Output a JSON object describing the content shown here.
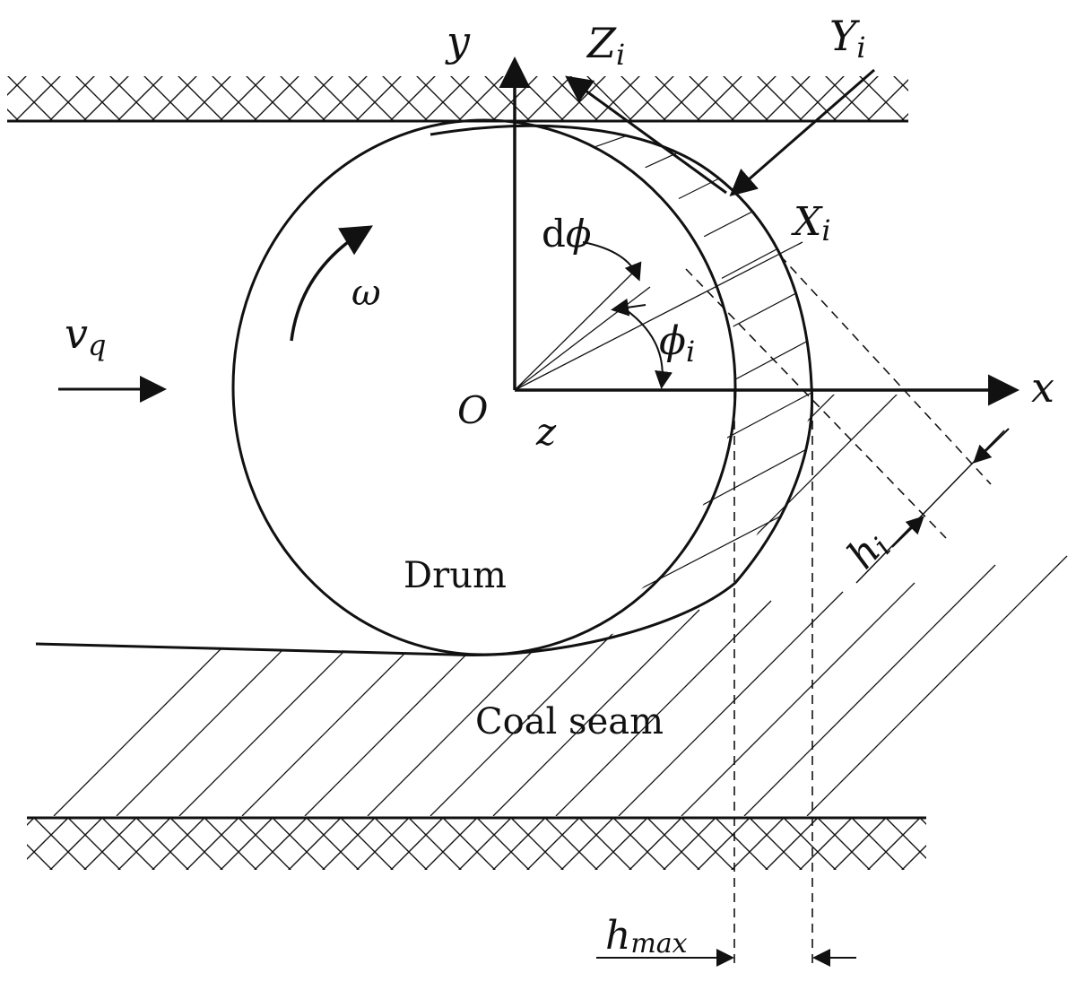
{
  "labels": {
    "y_axis": "y",
    "x_axis": "x",
    "z_axis": "z",
    "origin": "O",
    "z_i": "Z",
    "z_i_sub": "i",
    "y_i": "Y",
    "y_i_sub": "i",
    "x_i": "X",
    "x_i_sub": "i",
    "d_phi_d": "d",
    "d_phi_sym": "ϕ",
    "phi_i": "ϕ",
    "phi_i_sub": "i",
    "omega": "ω",
    "v_q": "v",
    "v_q_sub": "q",
    "h_i": "h",
    "h_i_sub": "i",
    "h_max": "h",
    "h_max_sub": "max",
    "drum": "Drum",
    "coal_seam": "Coal seam"
  },
  "colors": {
    "stroke": "#111111",
    "background": "#ffffff"
  }
}
